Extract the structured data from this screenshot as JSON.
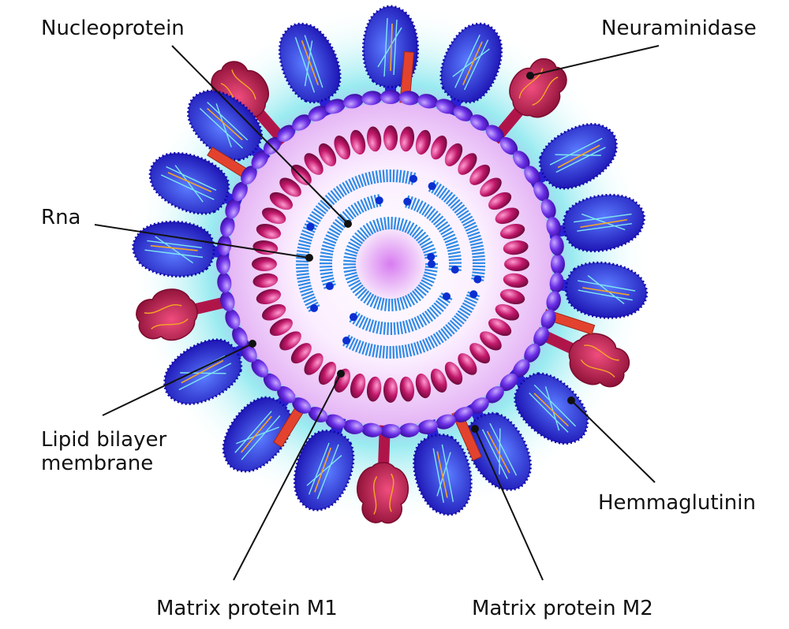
{
  "labels": {
    "nucleoprotein": "Nucleoprotein",
    "neuraminidase": "Neuraminidase",
    "rna": "Rna",
    "lipid_bilayer_membrane": "Lipid bilayer\nmembrane",
    "hemmaglutinin": "Hemmaglutinin",
    "matrix_protein_m1": "Matrix protein M1",
    "matrix_protein_m2": "Matrix protein M2"
  },
  "colors": {
    "lipid_bead": "#6a2fe6",
    "matrix_m1_bead": "#c2186b",
    "hemagglutinin": "#2a1fd6",
    "neuraminidase": "#c0184f",
    "m2_channel": "#e3432e",
    "rna_coil": "#2f8ae6",
    "outer_glow": "#7fe6f0",
    "inner_glow": "#d9a0f5"
  }
}
